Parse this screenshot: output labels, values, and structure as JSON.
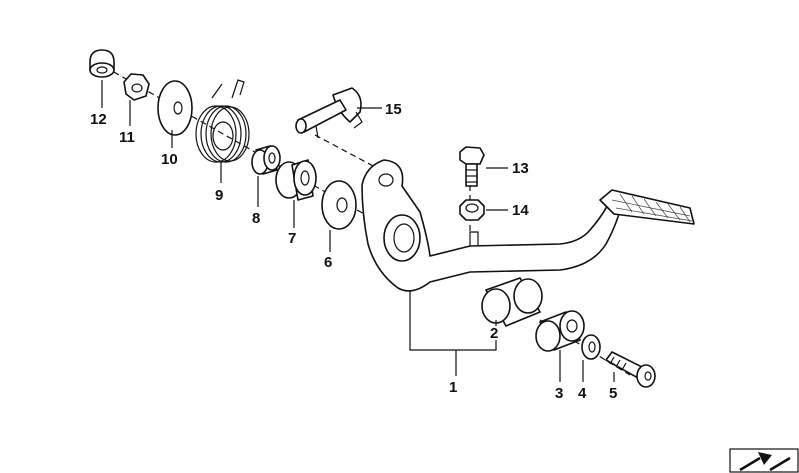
{
  "callouts": {
    "c1": "1",
    "c2": "2",
    "c3": "3",
    "c4": "4",
    "c5": "5",
    "c6": "6",
    "c7": "7",
    "c8": "8",
    "c9": "9",
    "c10": "10",
    "c11": "11",
    "c12": "12",
    "c13": "13",
    "c14": "14",
    "c15": "15"
  },
  "icons": {
    "corner": "arrow-diagonal-icon"
  }
}
